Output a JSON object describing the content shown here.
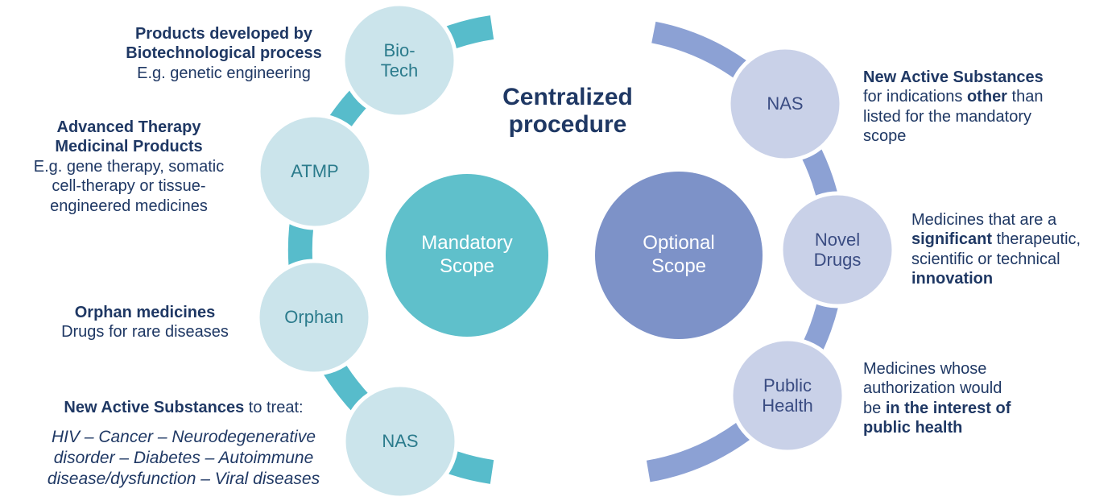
{
  "title": "Centralized procedure",
  "colors": {
    "background": "#FFFFFF",
    "body_text": "#1F3864",
    "left_arc": "#57BCCB",
    "left_bubble_fill": "#CBE4EB",
    "left_bubble_text": "#2B7B8C",
    "mandatory_fill": "#5FC0CB",
    "right_arc": "#8CA1D4",
    "right_bubble_fill": "#C9D1E8",
    "right_bubble_text": "#3A4C82",
    "optional_fill": "#7D92C8",
    "center_label_text": "#FFFFFF"
  },
  "center_circles": {
    "mandatory": {
      "label": "Mandatory Scope"
    },
    "optional": {
      "label": "Optional Scope"
    }
  },
  "left_group": {
    "bubbles": [
      {
        "id": "biotech",
        "label": "Bio-Tech"
      },
      {
        "id": "atmp",
        "label": "ATMP"
      },
      {
        "id": "orphan",
        "label": "Orphan"
      },
      {
        "id": "nas",
        "label": "NAS"
      }
    ]
  },
  "right_group": {
    "bubbles": [
      {
        "id": "nas",
        "label": "NAS"
      },
      {
        "id": "novel-drugs",
        "label": "Novel Drugs"
      },
      {
        "id": "public-health",
        "label": "Public Health"
      }
    ]
  },
  "annotations": [
    {
      "id": "biotech",
      "lines": [
        {
          "runs": [
            {
              "t": "Products developed by",
              "b": true
            }
          ]
        },
        {
          "runs": [
            {
              "t": "Biotechnological process",
              "b": true
            }
          ]
        },
        {
          "runs": [
            {
              "t": "E.g. genetic engineering"
            }
          ]
        }
      ]
    },
    {
      "id": "atmp",
      "lines": [
        {
          "runs": [
            {
              "t": "Advanced Therapy",
              "b": true
            }
          ]
        },
        {
          "runs": [
            {
              "t": "Medicinal Products",
              "b": true
            }
          ]
        },
        {
          "runs": [
            {
              "t": "E.g. gene therapy, somatic"
            }
          ]
        },
        {
          "runs": [
            {
              "t": "cell-therapy or tissue-"
            }
          ]
        },
        {
          "runs": [
            {
              "t": "engineered medicines"
            }
          ]
        }
      ]
    },
    {
      "id": "orphan",
      "lines": [
        {
          "runs": [
            {
              "t": "Orphan medicines",
              "b": true
            }
          ]
        },
        {
          "runs": [
            {
              "t": "Drugs for rare diseases"
            }
          ]
        }
      ]
    },
    {
      "id": "nas-mandatory",
      "lines": [
        {
          "runs": [
            {
              "t": "New Active Substances",
              "b": true
            },
            {
              "t": " to treat:"
            }
          ]
        },
        {
          "gap": true,
          "runs": [
            {
              "t": "HIV – Cancer – Neurodegenerative",
              "i": true
            }
          ]
        },
        {
          "runs": [
            {
              "t": "disorder – Diabetes – Autoimmune",
              "i": true
            }
          ]
        },
        {
          "runs": [
            {
              "t": "disease/dysfunction – Viral diseases",
              "i": true
            }
          ]
        }
      ]
    },
    {
      "id": "nas-optional",
      "lines": [
        {
          "runs": [
            {
              "t": "New Active Substances",
              "b": true
            }
          ]
        },
        {
          "runs": [
            {
              "t": "for indications "
            },
            {
              "t": "other",
              "b": true
            },
            {
              "t": " than"
            }
          ]
        },
        {
          "runs": [
            {
              "t": "listed for the mandatory"
            }
          ]
        },
        {
          "runs": [
            {
              "t": "scope"
            }
          ]
        }
      ]
    },
    {
      "id": "novel-drugs",
      "lines": [
        {
          "runs": [
            {
              "t": "Medicines that are a"
            }
          ]
        },
        {
          "runs": [
            {
              "t": "significant",
              "b": true
            },
            {
              "t": " therapeutic,"
            }
          ]
        },
        {
          "runs": [
            {
              "t": "scientific or technical"
            }
          ]
        },
        {
          "runs": [
            {
              "t": "innovation",
              "b": true
            }
          ]
        }
      ]
    },
    {
      "id": "public-health",
      "lines": [
        {
          "runs": [
            {
              "t": "Medicines whose"
            }
          ]
        },
        {
          "runs": [
            {
              "t": "authorization would"
            }
          ]
        },
        {
          "runs": [
            {
              "t": "be "
            },
            {
              "t": "in the interest of",
              "b": true
            }
          ]
        },
        {
          "runs": [
            {
              "t": "public health",
              "b": true
            }
          ]
        }
      ]
    }
  ]
}
